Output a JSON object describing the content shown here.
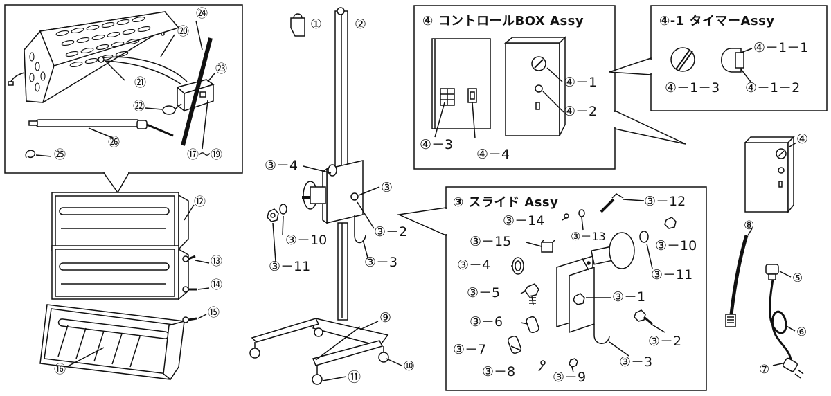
{
  "titles": {
    "controlbox": "④ コントロールBOX Assy",
    "timer": "④-1 タイマーAssy",
    "slide": "③ スライド Assy"
  },
  "labels": {
    "p1": "①",
    "p2": "②",
    "p3": "③",
    "p4": "④",
    "p5": "⑤",
    "p6": "⑥",
    "p7": "⑦",
    "p8": "⑧",
    "p9": "⑨",
    "p10": "⑩",
    "p11": "⑪",
    "p12": "⑫",
    "p13": "⑬",
    "p14": "⑭",
    "p15": "⑮",
    "p16": "⑯",
    "p17_19": "⑰～⑲",
    "p20": "⑳",
    "p21": "㉑",
    "p22": "㉒",
    "p23": "㉓",
    "p24": "㉔",
    "p25": "㉕",
    "p26": "㉖",
    "s3_1": "③－1",
    "s3_2": "③－2",
    "s3_3": "③－3",
    "s3_4": "③－4",
    "s3_5": "③－5",
    "s3_6": "③－6",
    "s3_7": "③－7",
    "s3_8": "③－8",
    "s3_9": "③－9",
    "s3_10": "③－10",
    "s3_11": "③－11",
    "s3_12": "③－12",
    "s3_13": "③－13",
    "s3_14": "③－14",
    "s3_15": "③－15",
    "s4_1": "④－1",
    "s4_2": "④－2",
    "s4_3": "④－3",
    "s4_4": "④－4",
    "s4_1_1": "④－1－1",
    "s4_1_2": "④－1－2",
    "s4_1_3": "④－1－3"
  }
}
